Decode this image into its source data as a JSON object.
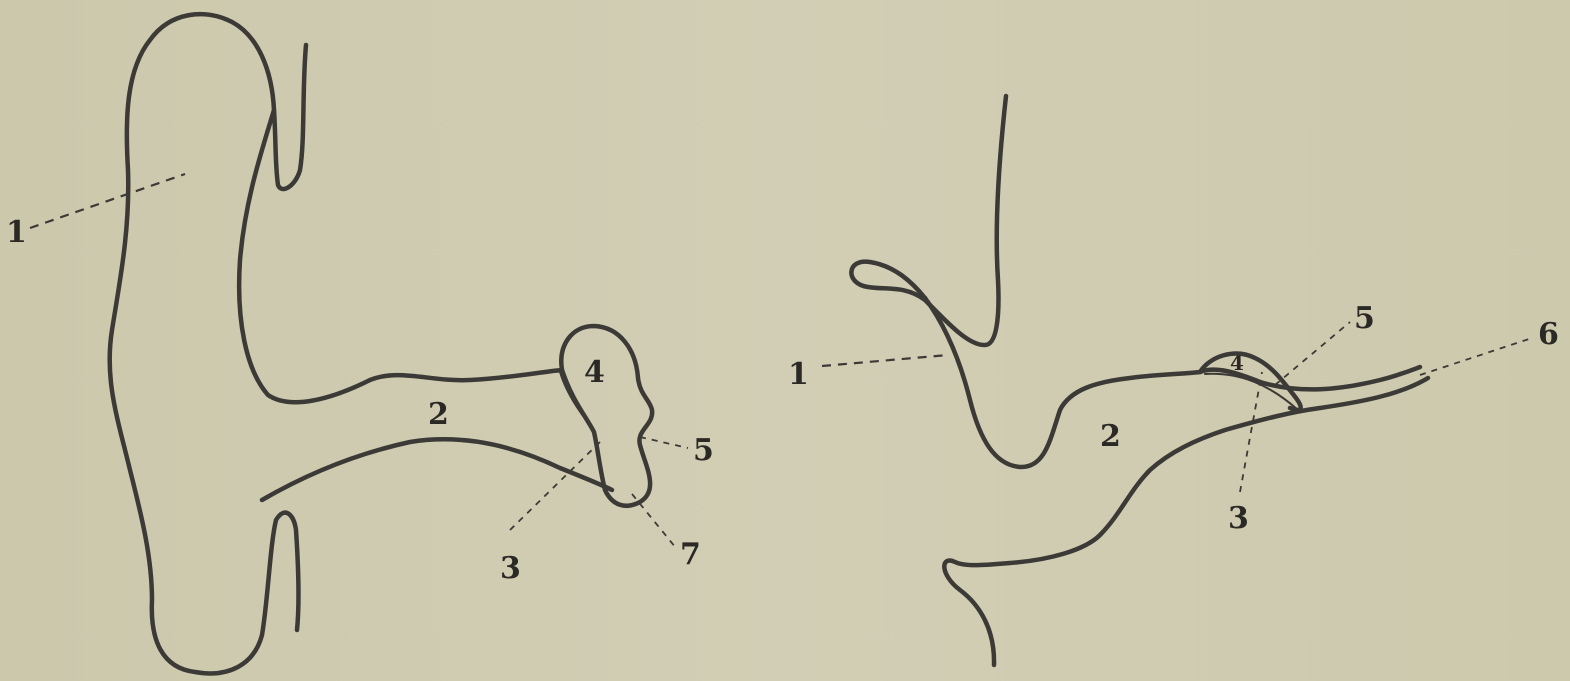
{
  "figure_left": {
    "labels": {
      "l1": "1",
      "l2": "2",
      "l3": "3",
      "l4": "4",
      "l5": "5",
      "l7": "7"
    }
  },
  "figure_right": {
    "labels": {
      "l1": "1",
      "l2": "2",
      "l3": "3",
      "l4": "4",
      "l5": "5",
      "l6": "6"
    }
  }
}
